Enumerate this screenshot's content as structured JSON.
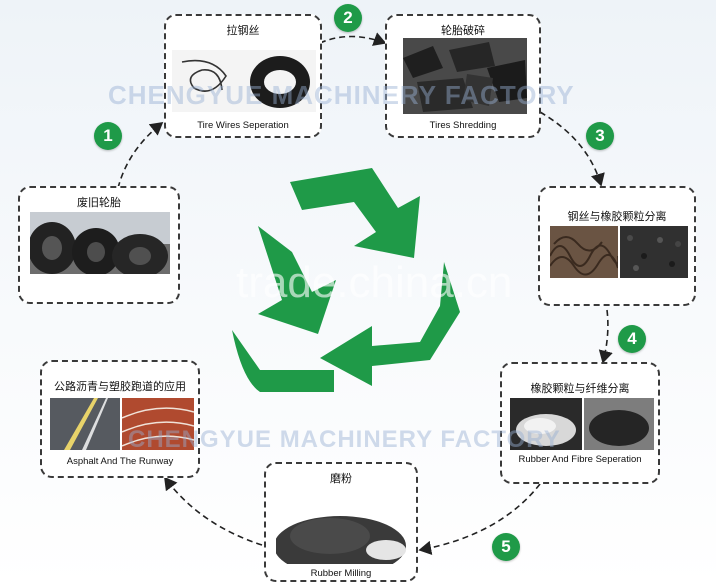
{
  "steps": {
    "waste_tires": {
      "cn": "废旧轮胎"
    },
    "wire_separation": {
      "cn": "拉钢丝",
      "en": "Tire Wires Seperation"
    },
    "shredding": {
      "cn": "轮胎破碎",
      "en": "Tires Shredding"
    },
    "steel_rubber_separation": {
      "cn": "钢丝与橡胶颗粒分离"
    },
    "rubber_fibre_separation": {
      "cn": "橡胶颗粒与纤维分离",
      "en": "Rubber And Fibre Seperation"
    },
    "milling": {
      "cn": "磨粉",
      "en": "Rubber Milling"
    },
    "application": {
      "cn": "公路沥青与塑胶跑道的应用",
      "en": "Asphalt And The Runway"
    }
  },
  "badges": [
    "1",
    "2",
    "3",
    "4",
    "5"
  ],
  "watermarks": {
    "factory_top": "CHENGYUE MACHINERY FACTORY",
    "factory_bottom": "CHENGYUE MACHINERY FACTORY",
    "trade": "trade.china.cn"
  },
  "colors": {
    "recycle_green": "#1f9a48",
    "badge_green": "#1f9a48",
    "card_border": "#3a3a3a"
  },
  "icons": {
    "center": "recycle-icon"
  }
}
